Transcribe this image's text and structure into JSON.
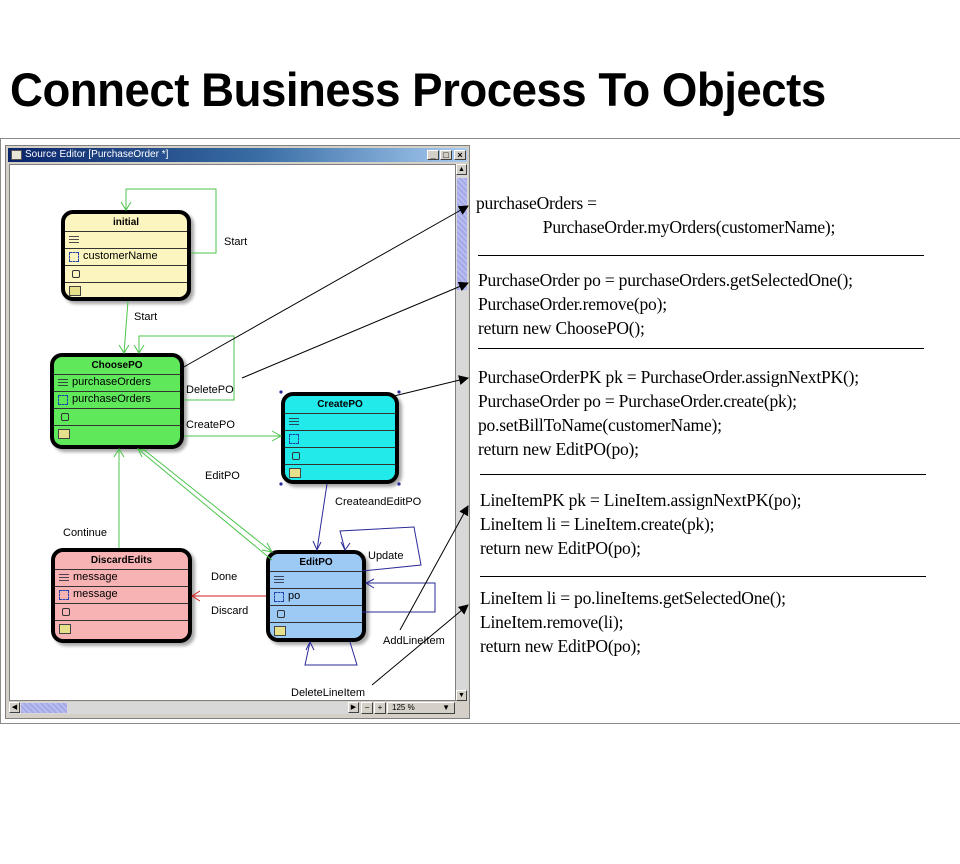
{
  "slide": {
    "title": "Connect Business Process To Objects"
  },
  "window": {
    "title": "Source Editor [PurchaseOrder *]",
    "buttons": {
      "minimize": "_",
      "maximize": "□",
      "close": "×"
    },
    "zoom_level": "125 %",
    "zoom_out_label": "−",
    "zoom_in_label": "+"
  },
  "states": [
    {
      "id": "initial",
      "name": "initial",
      "color": "#fdf5c0",
      "rows": [
        "",
        "customerName",
        "",
        ""
      ]
    },
    {
      "id": "choose-po",
      "name": "ChoosePO",
      "color": "#5ee85a",
      "rows": [
        "purchaseOrders",
        "purchaseOrders",
        "",
        ""
      ]
    },
    {
      "id": "create-po",
      "name": "CreatePO",
      "color": "#22eaea",
      "rows": [
        "",
        "",
        "",
        ""
      ]
    },
    {
      "id": "discard-edits",
      "name": "DiscardEdits",
      "color": "#f7b3b3",
      "rows": [
        "message",
        "message",
        "",
        ""
      ]
    },
    {
      "id": "edit-po",
      "name": "EditPO",
      "color": "#9ccaf5",
      "rows": [
        "",
        "po",
        "",
        ""
      ]
    }
  ],
  "transitions": {
    "start_loop": "Start",
    "start": "Start",
    "delete_po": "DeletePO",
    "create_po": "CreatePO",
    "edit_po": "EditPO",
    "continue": "Continue",
    "done": "Done",
    "discard": "Discard",
    "create_and_edit_po": "CreateandEditPO",
    "update": "Update",
    "add_line_item": "AddLineItem",
    "delete_line_item": "DeleteLineItem"
  },
  "code_blocks": [
    {
      "id": "start",
      "lines": [
        "purchaseOrders =",
        "                PurchaseOrder.myOrders(customerName);"
      ]
    },
    {
      "id": "delete-po",
      "lines": [
        "PurchaseOrder po = purchaseOrders.getSelectedOne();",
        "PurchaseOrder.remove(po);",
        "return new ChoosePO();"
      ]
    },
    {
      "id": "create-po",
      "lines": [
        "PurchaseOrderPK pk = PurchaseOrder.assignNextPK();",
        "PurchaseOrder po = PurchaseOrder.create(pk);",
        "po.setBillToName(customerName);",
        "return new EditPO(po);"
      ]
    },
    {
      "id": "add-line-item",
      "lines": [
        "LineItemPK pk = LineItem.assignNextPK(po);",
        "LineItem li = LineItem.create(pk);",
        "return new EditPO(po);"
      ]
    },
    {
      "id": "delete-line-item",
      "lines": [
        "LineItem li = po.lineItems.getSelectedOne();",
        "LineItem.remove(li);",
        "return new EditPO(po);"
      ]
    }
  ],
  "colors": {
    "transition_green": "#4cc44c",
    "transition_blue": "#2a2a9a",
    "transition_red": "#d02020",
    "callout_black": "#000000"
  }
}
